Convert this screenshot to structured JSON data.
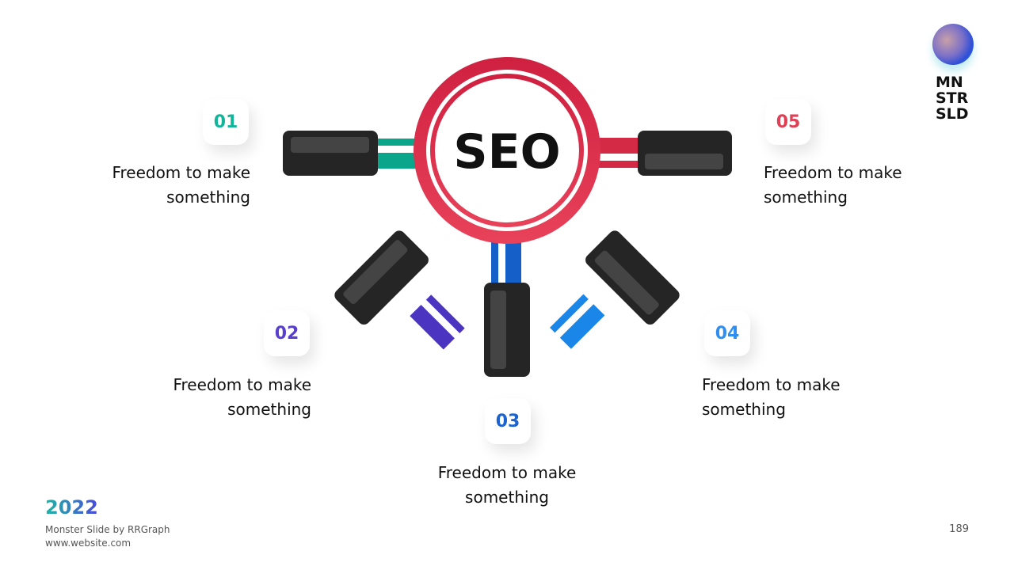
{
  "center_label": "SEO",
  "items": [
    {
      "number": "01",
      "line1": "Freedom to make",
      "line2": "something",
      "color": "#13b59a",
      "cable": "#0aa58a"
    },
    {
      "number": "02",
      "line1": "Freedom to make",
      "line2": "something",
      "color": "#5a3fcf",
      "cable": "#4a34c0"
    },
    {
      "number": "03",
      "line1": "Freedom to make",
      "line2": "something",
      "color": "#1a63d0",
      "cable": "#1460c8"
    },
    {
      "number": "04",
      "line1": "Freedom to make",
      "line2": "something",
      "color": "#2f8ff0",
      "cable": "#1a86e8"
    },
    {
      "number": "05",
      "line1": "Freedom to make",
      "line2": "something",
      "color": "#e04055",
      "cable": "#d42a45"
    }
  ],
  "logo": {
    "line1": "MN",
    "line2": "STR",
    "line3": "SLD"
  },
  "footer": {
    "year": "2022",
    "credit": "Monster Slide  by RRGraph",
    "website": "www.website.com",
    "page_number": "189"
  },
  "colors": {
    "ring": "#d8284a",
    "plug": "#252525",
    "plug_highlight": "#444444"
  }
}
